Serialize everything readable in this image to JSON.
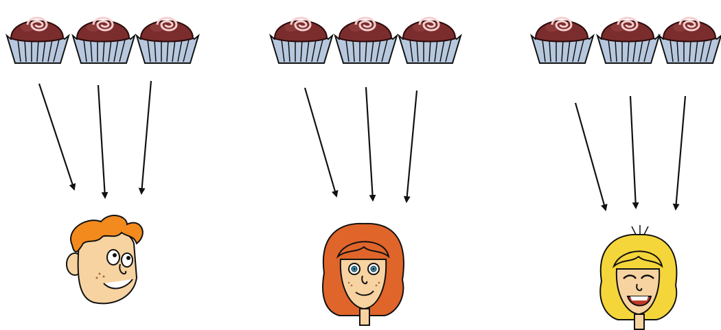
{
  "groups": [
    {
      "chocolates": 3,
      "recipient": "boy"
    },
    {
      "chocolates": 3,
      "recipient": "red-haired-girl"
    },
    {
      "chocolates": 3,
      "recipient": "blonde-girl"
    }
  ],
  "icons": {
    "chocolate": "chocolate-truffle-icon",
    "arrow": "arrow-down-icon"
  },
  "colors": {
    "chocolate": "#7a2c2c",
    "chocolate_dark": "#4a1414",
    "swirl": "#f4c9c9",
    "wrapper": "#a8bcd6",
    "wrapper_line": "#1a1a1a",
    "arrow": "#111111",
    "skin": "#f7d3a1",
    "orange_hair": "#f28a1e",
    "red_hair": "#e0652a",
    "blonde_hair": "#f5d63a"
  }
}
